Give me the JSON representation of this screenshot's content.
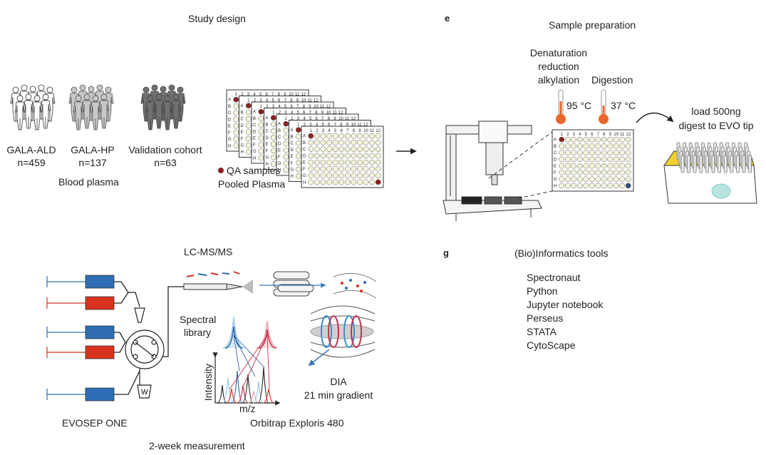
{
  "panels": {
    "study_design": {
      "title": "Study design",
      "cohorts": [
        {
          "name": "GALA-ALD",
          "n": "n=459",
          "shade": "#ffffff"
        },
        {
          "name": "GALA-HP",
          "n": "n=137",
          "shade": "#c8c8c8"
        },
        {
          "name": "Validation cohort",
          "n": "n=63",
          "shade": "#707070"
        }
      ],
      "sample_type": "Blood plasma",
      "legend": [
        "QA samples",
        "Pooled Plasma"
      ]
    },
    "sample_prep": {
      "letter": "e",
      "title": "Sample preparation",
      "step1": [
        "Denaturation",
        "reduction",
        "alkylation"
      ],
      "step2": "Digestion",
      "temp1": "95 °C",
      "temp2": "37 °C",
      "load": [
        "load 500ng",
        "digest to EVO tip"
      ]
    },
    "lcms": {
      "title": "LC-MS/MS",
      "library": [
        "Spectral",
        "library"
      ],
      "y_axis": "Intensity",
      "x_axis": "m/z",
      "dia": [
        "DIA",
        "21 min gradient"
      ],
      "instrument_left": "EVOSEP ONE",
      "instrument_right": "Orbitrap Exploris 480",
      "duration": "2-week measurement"
    },
    "tools": {
      "letter": "g",
      "title": "(Bio)Informatics tools",
      "items": [
        "Spectronaut",
        "Python",
        "Jupyter notebook",
        "Perseus",
        "STATA",
        "CytoScape"
      ]
    }
  },
  "plate": {
    "cols": [
      "1",
      "2",
      "3",
      "4",
      "5",
      "6",
      "7",
      "8",
      "9",
      "10",
      "11",
      "12"
    ],
    "rows": [
      "A",
      "B",
      "C",
      "D",
      "E",
      "F",
      "G",
      "H"
    ]
  },
  "colors": {
    "qa_marker": "#8b2323",
    "blue_marker": "#2e4f7a",
    "well_fill": "#f6f4dc",
    "thermo": "#e8672a",
    "lc_blue": "#2e6db4",
    "lc_red": "#d8321e",
    "evotip_yellow": "#f2d22e"
  }
}
